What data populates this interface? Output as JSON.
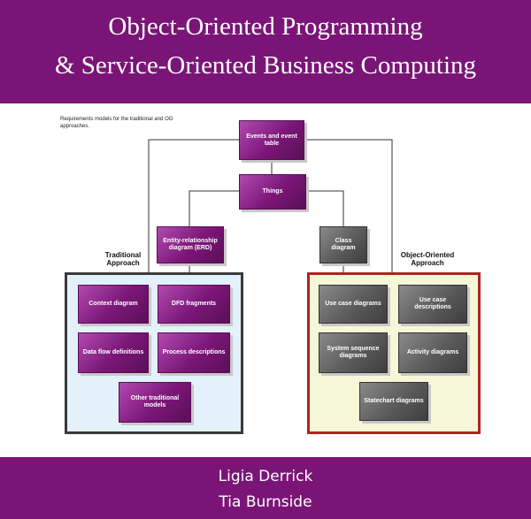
{
  "header": {
    "title_line1": "Object-Oriented Programming",
    "title_line2": "& Service-Oriented Business Computing"
  },
  "footer": {
    "authors": [
      "Ligia Derrick",
      "Tia Burnside"
    ]
  },
  "diagram": {
    "caption": "Requirements models for the traditional and OO approaches.",
    "traditional_label": "Traditional Approach",
    "oo_label": "Object-Oriented Approach",
    "nodes": {
      "events_table": "Events and event table",
      "things": "Things",
      "erd": "Entity-relationship diagram (ERD)",
      "class_diagram": "Class diagram",
      "context_diagram": "Context diagram",
      "dfd_fragments": "DFD fragments",
      "data_flow_definitions": "Data flow definitions",
      "process_descriptions": "Process descriptions",
      "other_traditional_models": "Other traditional models",
      "use_case_diagrams": "Use case diagrams",
      "use_case_descriptions": "Use case descriptions",
      "system_sequence_diagrams": "System sequence diagrams",
      "activity_diagrams": "Activity diagrams",
      "statechart_diagrams": "Statechart diagrams"
    }
  },
  "colors": {
    "banner": "#7a1577",
    "traditional_box": "#7b1677",
    "oo_box": "#5b5b5b",
    "traditional_panel": "#e3f1fa",
    "oo_panel": "#f5f7d8",
    "oo_border": "#b22222"
  }
}
